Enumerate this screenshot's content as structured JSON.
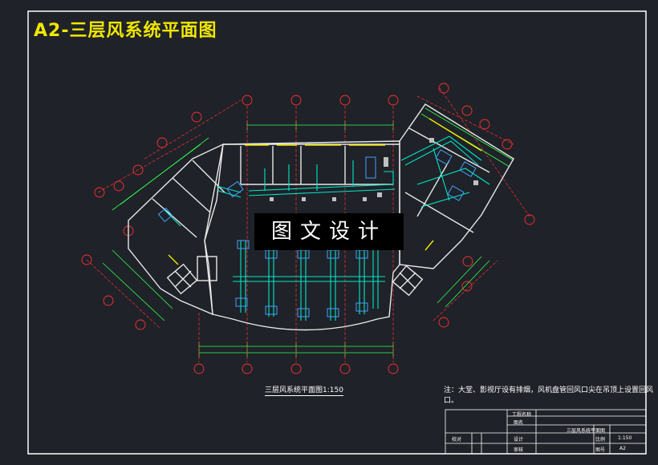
{
  "title": "A2-三层风系统平面图",
  "watermark": "图文设计",
  "plan_caption": "三层风系统平面图1:150",
  "note": "注：大堂、影视厅设有排烟，风机盘管回风口尖在吊顶上设置回风口。",
  "title_block": {
    "project_label": "工程名称",
    "drawing_label": "图名",
    "drawing_name": "三层风系统平面图",
    "designer_label": "设计",
    "checker_label": "审核",
    "reviewer_label": "校对",
    "scale_label": "比例",
    "scale_value": "1:150",
    "sheet_label": "图号",
    "sheet_value": "A2"
  },
  "colors": {
    "background": "#1f2228",
    "frame": "#ffffff",
    "walls": "#e8e8e8",
    "ducts": "#00e6c8",
    "grid": "#ff3030",
    "dimensions": "#30ff50",
    "title": "#f0e600",
    "equipment": "#40a0ff"
  }
}
